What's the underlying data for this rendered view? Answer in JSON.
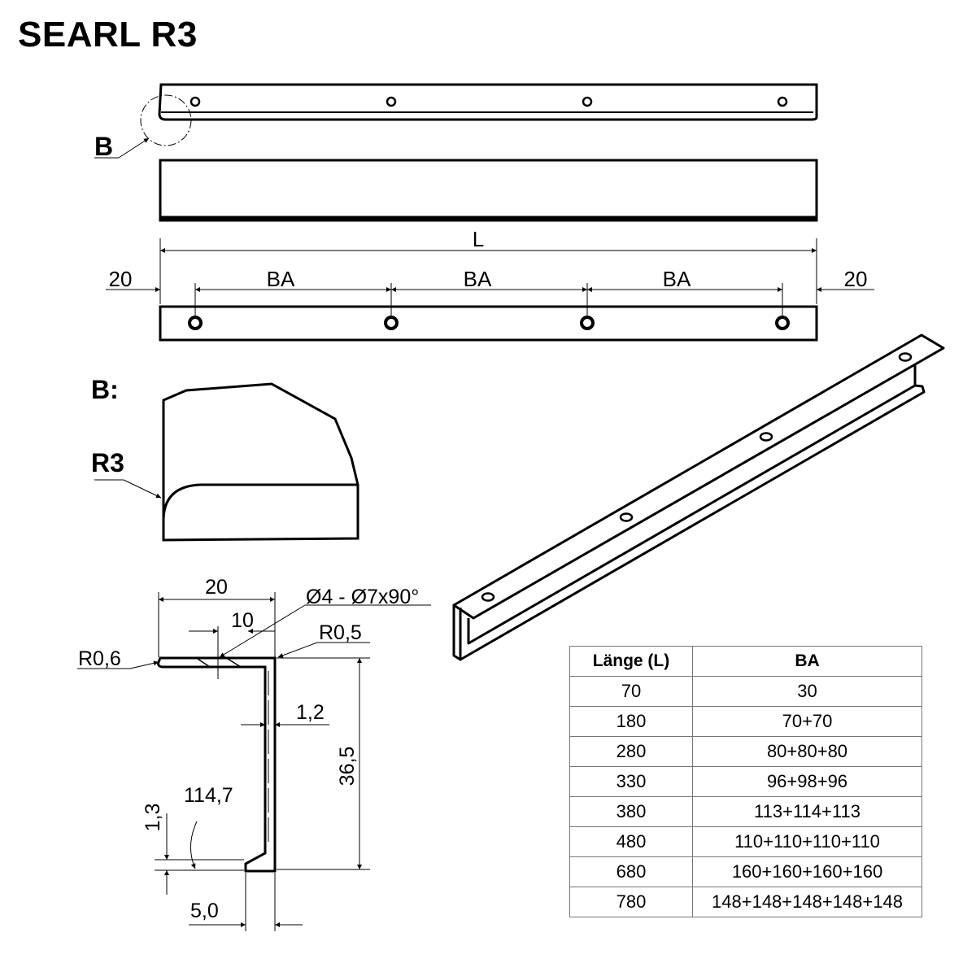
{
  "title": "SEARL R3",
  "labels": {
    "detail_ref": "B",
    "detail_title": "B:",
    "radius_main": "R3",
    "length": "L",
    "end_offset_left": "20",
    "end_offset_right": "20",
    "spacing_1": "BA",
    "spacing_2": "BA",
    "spacing_3": "BA"
  },
  "section": {
    "width": "20",
    "hole_offset": "10",
    "hole_spec": "Ø4 - Ø7x90°",
    "radius_left": "R0,6",
    "radius_right": "R0,5",
    "wall": "1,2",
    "height": "36,5",
    "angle": "114,7",
    "lip_height": "1,3",
    "lip_width": "5,0"
  },
  "table": {
    "headers": [
      "Länge (L)",
      "BA"
    ],
    "rows": [
      [
        "70",
        "30"
      ],
      [
        "180",
        "70+70"
      ],
      [
        "280",
        "80+80+80"
      ],
      [
        "330",
        "96+98+96"
      ],
      [
        "380",
        "113+114+113"
      ],
      [
        "480",
        "110+110+110+110"
      ],
      [
        "680",
        "160+160+160+160"
      ],
      [
        "780",
        "148+148+148+148+148"
      ]
    ]
  }
}
